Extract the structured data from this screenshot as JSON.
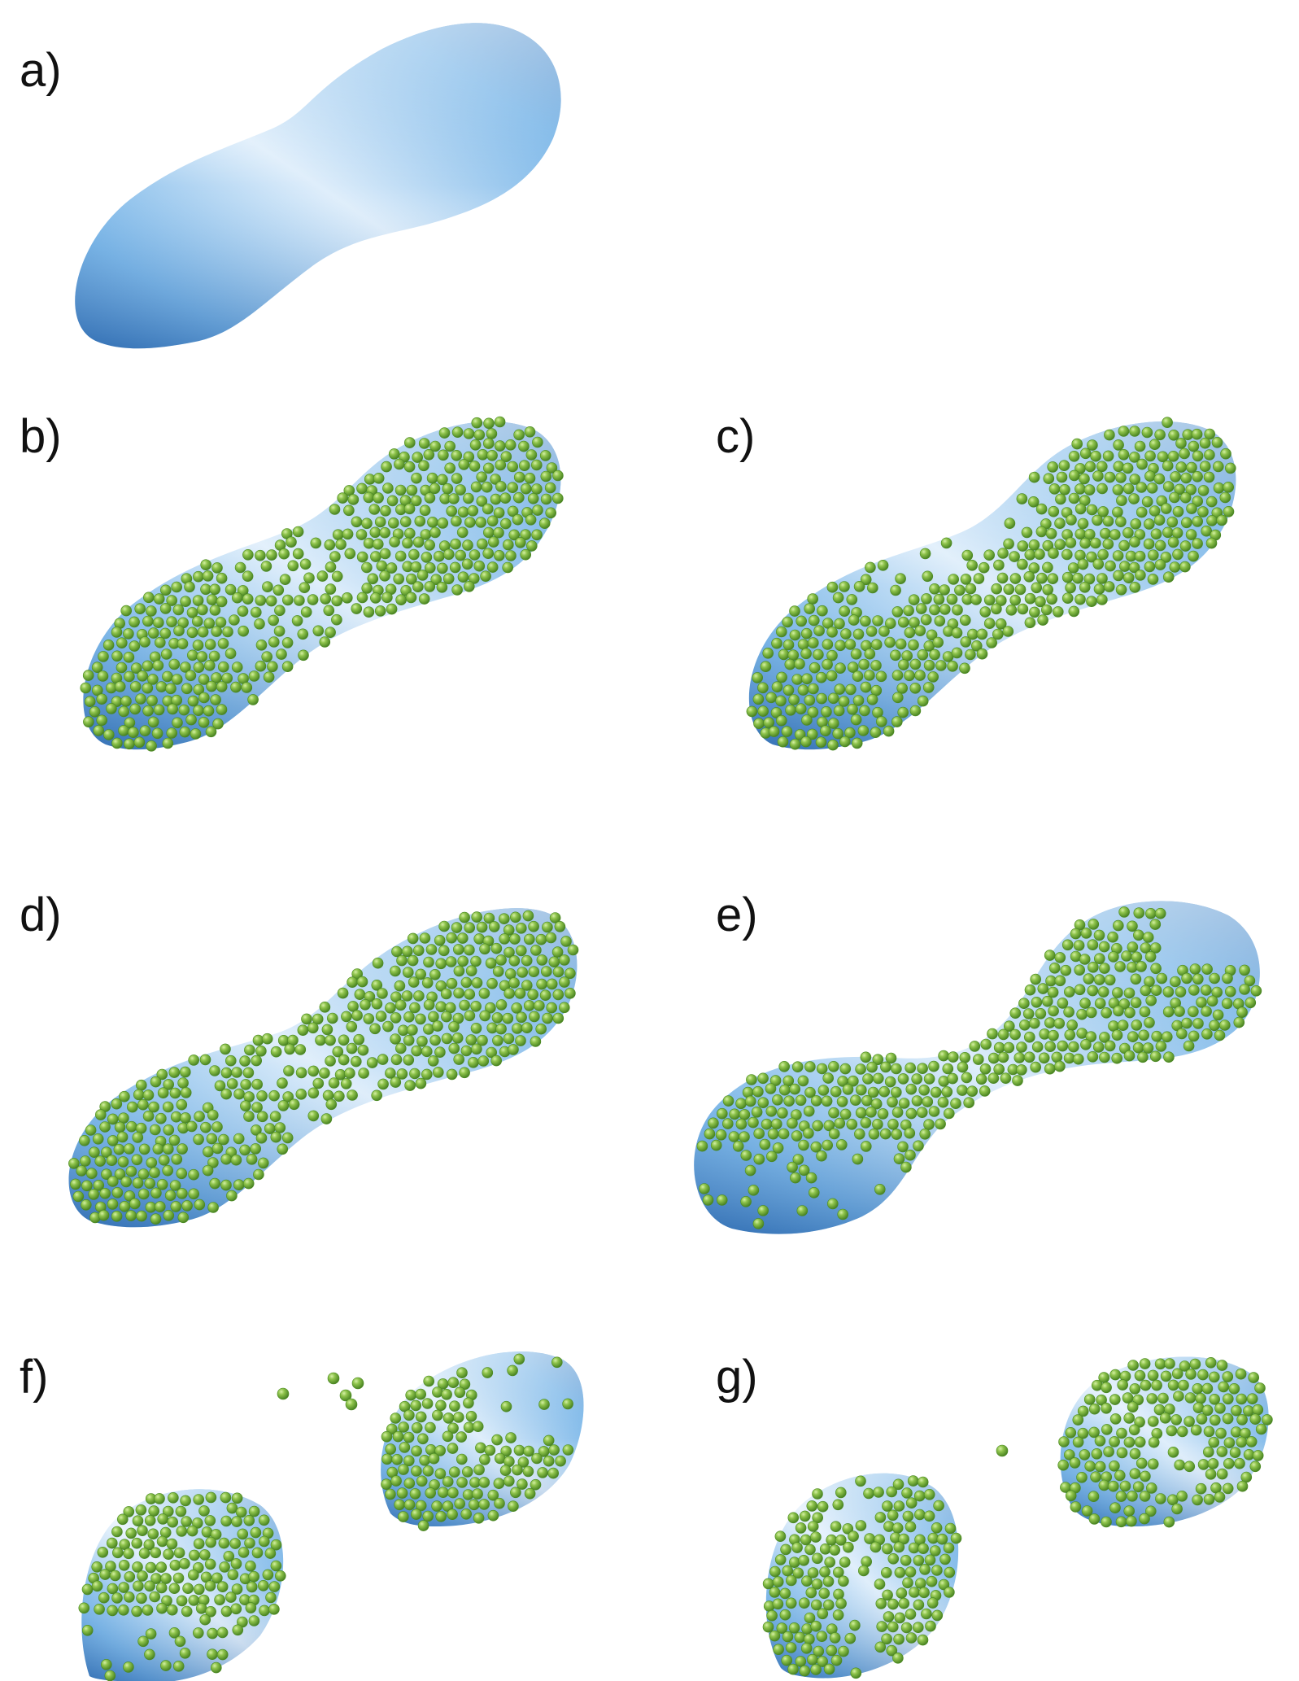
{
  "panels": [
    {
      "id": "a",
      "label": "a)"
    },
    {
      "id": "b",
      "label": "b)"
    },
    {
      "id": "c",
      "label": "c)"
    },
    {
      "id": "d",
      "label": "d)"
    },
    {
      "id": "e",
      "label": "e)"
    },
    {
      "id": "f",
      "label": "f)"
    },
    {
      "id": "g",
      "label": "g)"
    }
  ],
  "colors": {
    "membrane_light": "#dfeefb",
    "membrane_mid": "#8fc3ec",
    "membrane_dark": "#3c7fc4",
    "bead_light": "#b8e07a",
    "bead_mid": "#7cb342",
    "bead_dark": "#3f7a1c"
  }
}
